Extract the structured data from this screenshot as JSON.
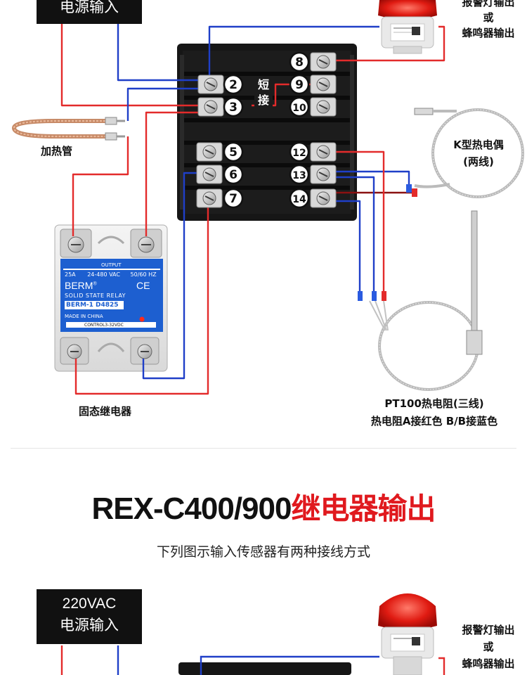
{
  "top_diagram": {
    "power_input_label": "电源输入",
    "alarm_label_line1": "报警灯输出",
    "alarm_label_line2": "或",
    "alarm_label_line3": "蜂鸣器输出",
    "heater_label": "加热管",
    "ssr_label": "固态继电器",
    "short_label_line1": "短",
    "short_label_line2": "接",
    "thermocouple_label_line1": "K型热电偶",
    "thermocouple_label_line2": "(两线)",
    "pt100_label_line1": "PT100热电阻(三线)",
    "pt100_label_line2": "热电阻A接红色  B/B接蓝色",
    "terminals": [
      "2",
      "3",
      "5",
      "6",
      "7",
      "8",
      "9",
      "10",
      "12",
      "13",
      "14"
    ],
    "ssr": {
      "brand": "BERM",
      "reg_mark": "®",
      "type": "SOLID STATE RELAY",
      "model": "BERM-1 D4825",
      "origin": "MADE IN CHINA",
      "control": "CONTROL3-32VDC",
      "rating_left": "25A",
      "rating_mid": "24-480 VAC",
      "rating_right": "50/60 HZ",
      "output_text": "OUTPUT",
      "ce_mark": "CE"
    }
  },
  "headline": {
    "model_text": "REX-C400/900",
    "highlight_text": "继电器输出"
  },
  "subtitle": "下列图示输入传感器有两种接线方式",
  "bottom_diagram": {
    "power_voltage": "220VAC",
    "power_input_label": "电源输入",
    "alarm_label_line1": "报警灯输出",
    "alarm_label_line2": "或",
    "alarm_label_line3": "蜂鸣器输出"
  },
  "colors": {
    "wire_red": "#e32b2b",
    "wire_blue": "#1f3fc8",
    "headline_red": "#e0191e",
    "terminal_black": "#141414",
    "ssr_blue": "#1d5fd0"
  }
}
